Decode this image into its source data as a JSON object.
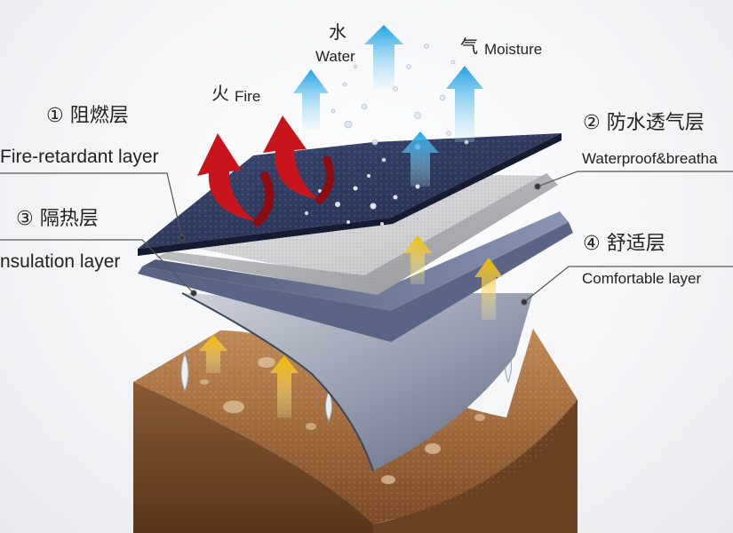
{
  "labels": {
    "fire_cn": "火",
    "fire_en": "Fire",
    "water_cn": "水",
    "water_en": "Water",
    "moisture_cn": "气",
    "moisture_en": "Moisture",
    "layer1_cn": "① 阻燃层",
    "layer1_en": "Fire-retardant layer",
    "layer2_cn": "② 防水透气层",
    "layer2_en": "Waterproof&breatha",
    "layer3_cn": "③ 隔热层",
    "layer3_en": "nsulation layer",
    "layer4_cn": "④ 舒适层",
    "layer4_en": "Comfortable layer"
  },
  "colors": {
    "fire_arrow": "#c8141b",
    "water_arrow": "#29a8e6",
    "heat_arrow": "#f2c20c",
    "top_layer": "#2f3d63",
    "membrane": "#a9abae",
    "insulation": "#6d7a9c",
    "comfort": "#8b93a6",
    "skin": "#a87446"
  }
}
